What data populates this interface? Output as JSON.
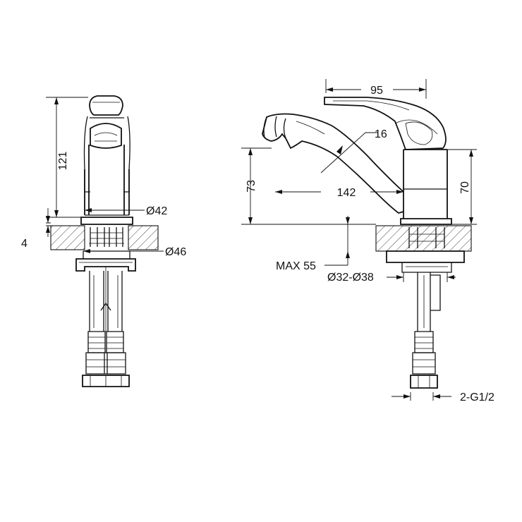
{
  "drawing": {
    "dimensions": {
      "height_side": "121",
      "plate_thickness": "4",
      "body_diameter": "Ø42",
      "base_diameter": "Ø46",
      "length_total": "95",
      "spout_diameter": "16",
      "spout_height": "73",
      "spout_reach": "142",
      "body_height": "70",
      "max_thickness": "MAX 55",
      "hole_diameter": "Ø32-Ø38",
      "connection": "2-G1/2"
    }
  }
}
